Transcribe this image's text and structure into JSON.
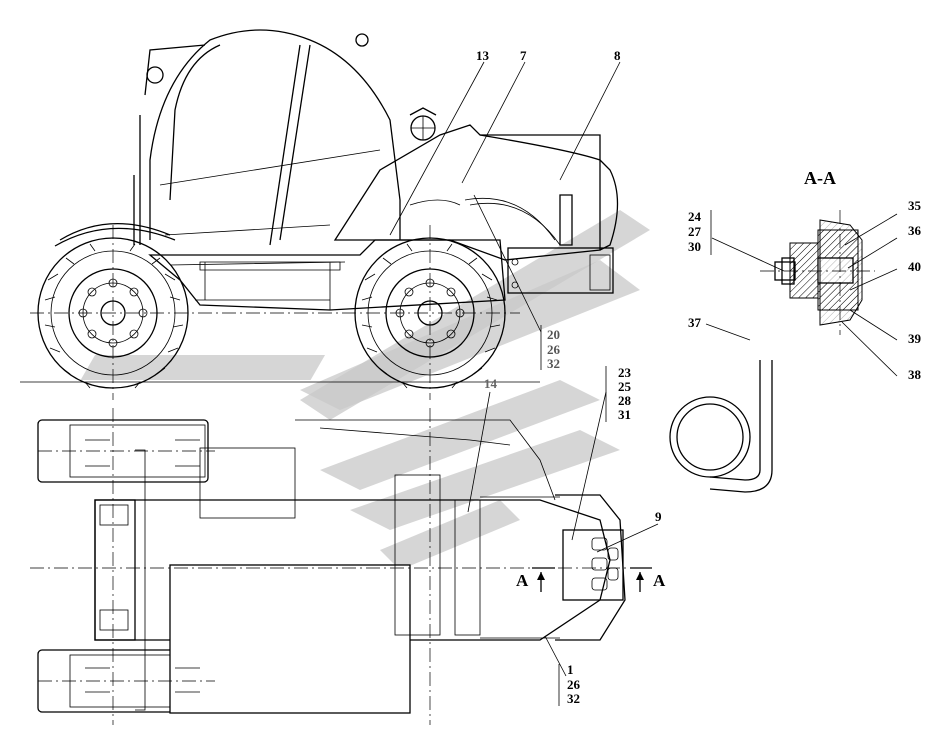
{
  "section": {
    "title": "A-A",
    "marker_left": "A",
    "marker_right": "A"
  },
  "callouts": {
    "c13": "13",
    "c7": "7",
    "c8": "8",
    "c14": "14",
    "c9": "9",
    "group_20_26_32": [
      "20",
      "26",
      "32"
    ],
    "group_23_25_28_31": [
      "23",
      "25",
      "28",
      "31"
    ],
    "group_1_26_32": [
      "1",
      "26",
      "32"
    ],
    "group_24_27_30": [
      "24",
      "27",
      "30"
    ],
    "c35": "35",
    "c36": "36",
    "c40": "40",
    "c37": "37",
    "c39": "39",
    "c38": "38"
  },
  "colors": {
    "lines": "#000000",
    "watermark": "#c8c8c8",
    "background": "#ffffff"
  }
}
